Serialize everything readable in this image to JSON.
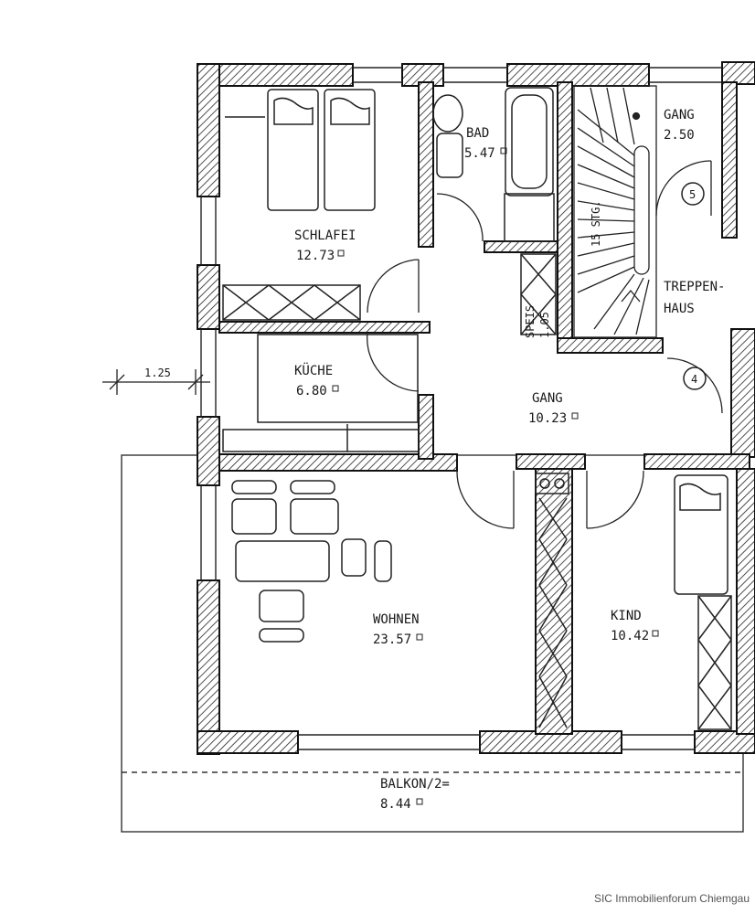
{
  "rooms": {
    "schlafen": {
      "name": "SCHLAFEI",
      "area": "12.73"
    },
    "bad": {
      "name": "BAD",
      "area": "5.47"
    },
    "gang_top": {
      "name": "GANG",
      "area": "2.50"
    },
    "treppenhaus": {
      "name_1": "TREPPEN-",
      "name_2": "HAUS"
    },
    "kueche": {
      "name": "KÜCHE",
      "area": "6.80"
    },
    "gang": {
      "name": "GANG",
      "area": "10.23"
    },
    "speis": {
      "name": "SPEIS",
      "area": "1.05"
    },
    "wohnen": {
      "name": "WOHNEN",
      "area": "23.57"
    },
    "kind": {
      "name": "KIND",
      "area": "10.42"
    },
    "balkon": {
      "name": "BALKON/2=",
      "area": "8.44"
    }
  },
  "stairs": {
    "label": "15 STG."
  },
  "markers": {
    "door_5": "5",
    "door_4": "4"
  },
  "dimension": {
    "wall_offset": "1.25"
  },
  "watermark": "SIC Immobilienforum Chiemgau"
}
